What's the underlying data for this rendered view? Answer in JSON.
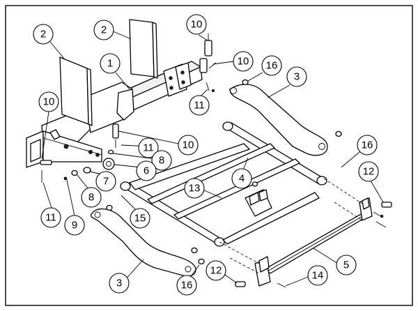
{
  "callouts": [
    {
      "id": "c1",
      "label": "2"
    },
    {
      "id": "c2",
      "label": "2"
    },
    {
      "id": "c3",
      "label": "10"
    },
    {
      "id": "c4",
      "label": "1"
    },
    {
      "id": "c5",
      "label": "10"
    },
    {
      "id": "c6",
      "label": "16"
    },
    {
      "id": "c7",
      "label": "3"
    },
    {
      "id": "c8",
      "label": "11"
    },
    {
      "id": "c9",
      "label": "10"
    },
    {
      "id": "c10",
      "label": "11"
    },
    {
      "id": "c11",
      "label": "10"
    },
    {
      "id": "c12",
      "label": "8"
    },
    {
      "id": "c13",
      "label": "6"
    },
    {
      "id": "c14",
      "label": "7"
    },
    {
      "id": "c15",
      "label": "16"
    },
    {
      "id": "c16",
      "label": "4"
    },
    {
      "id": "c17",
      "label": "12"
    },
    {
      "id": "c18",
      "label": "13"
    },
    {
      "id": "c19",
      "label": "8"
    },
    {
      "id": "c20",
      "label": "11"
    },
    {
      "id": "c21",
      "label": "9"
    },
    {
      "id": "c22",
      "label": "15"
    },
    {
      "id": "c23",
      "label": "5"
    },
    {
      "id": "c24",
      "label": "3"
    },
    {
      "id": "c25",
      "label": "12"
    },
    {
      "id": "c26",
      "label": "14"
    },
    {
      "id": "c27",
      "label": "16"
    }
  ]
}
